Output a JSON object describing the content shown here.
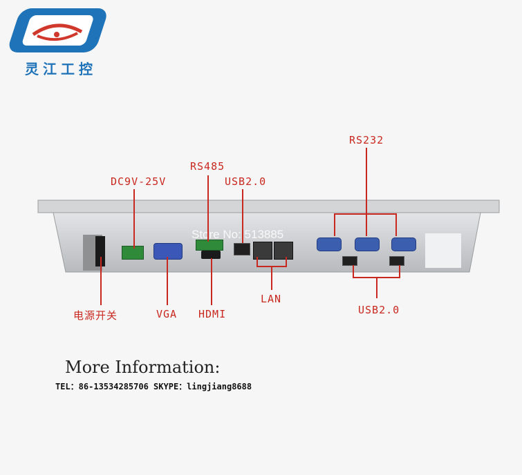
{
  "logo": {
    "text": "灵江工控",
    "brand_color": "#1f73b8",
    "accent_color": "#d1382c"
  },
  "labels": {
    "power_switch": "电源开关",
    "dc_input": "DC9V-25V",
    "vga": "VGA",
    "rs485": "RS485",
    "hdmi": "HDMI",
    "usb_top": "USB2.0",
    "lan": "LAN",
    "rs232": "RS232",
    "usb_bottom": "USB2.0"
  },
  "watermark": "Store No: 513885",
  "more_info": {
    "heading": "More Information:",
    "contact_line": "TEL：86-13534285706 SKYPE：lingjiang8688"
  },
  "colors": {
    "label_red": "#c8281f",
    "panel_gray": "#c9cbcd"
  }
}
